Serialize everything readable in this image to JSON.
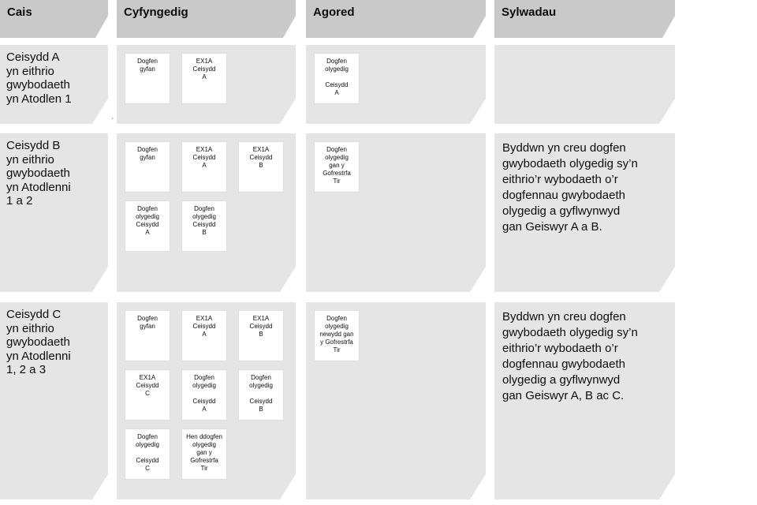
{
  "columns": {
    "cais": "Cais",
    "cyfyngedig": "Cyfyngedig",
    "agored": "Agored",
    "sylwadau": "Sylwadau"
  },
  "rows": [
    {
      "cais": "Ceisydd A\nyn eithrio\ngwybodaeth\nyn Atodlen 1",
      "cyfyngedig_cards": [
        "Dogfen\ngyfan",
        "EX1A\nCeisydd\nA"
      ],
      "agored_cards": [
        "Dogfen\nolygedig\n\nCeisydd\nA"
      ],
      "sylwadau": ""
    },
    {
      "cais": "Ceisydd B\nyn eithrio\ngwybodaeth\nyn Atodlenni\n1 a 2",
      "cyfyngedig_cards": [
        "Dogfen\ngyfan",
        "EX1A\nCeisydd\nA",
        "EX1A\nCeisydd\nB",
        "Dogfen\nolygedig\nCeisydd\nA",
        "Dogfen\nolygedig\nCeisydd\nB"
      ],
      "agored_cards": [
        "Dogfen\nolygedig\ngan y\nGofrestrfa\nTir"
      ],
      "sylwadau": "Byddwn yn creu dogfen\ngwybodaeth olygedig sy’n\neithrio’r wybodaeth o’r\ndogfennau gwybodaeth\nolygedig a gyflwynwyd\ngan Geiswyr A a B."
    },
    {
      "cais": "Ceisydd C\nyn eithrio\ngwybodaeth\nyn Atodlenni\n1, 2 a 3",
      "cyfyngedig_cards": [
        "Dogfen\ngyfan",
        "EX1A\nCeisydd\nA",
        "EX1A\nCeisydd\nB",
        "EX1A\nCeisydd\nC",
        "Dogfen\nolygedig\n\nCeisydd\nA",
        "Dogfen\nolygedig\n\nCeisydd\nB",
        "Dogfen\nolygedig\n\nCeisydd\nC",
        "Hen ddogfen\nolygedig\ngan y\nGofrestrfa\nTir"
      ],
      "agored_cards": [
        "Dogfen\nolygedig\nnewydd gan\ny Gofrestrfa\nTir"
      ],
      "sylwadau": "Byddwn yn creu dogfen\ngwybodaeth olygedig sy’n\neithrio’r wybodaeth o’r\ndogfennau gwybodaeth\nolygedig a gyflwynwyd\ngan Geiswyr A, B ac C."
    }
  ],
  "stray_mark": "`",
  "colors": {
    "header_bg": "#c9c9c9",
    "cell_bg": "#e5e5e6",
    "card_bg": "#ffffff",
    "card_border": "#dedede",
    "text": "#0b0c0c"
  }
}
